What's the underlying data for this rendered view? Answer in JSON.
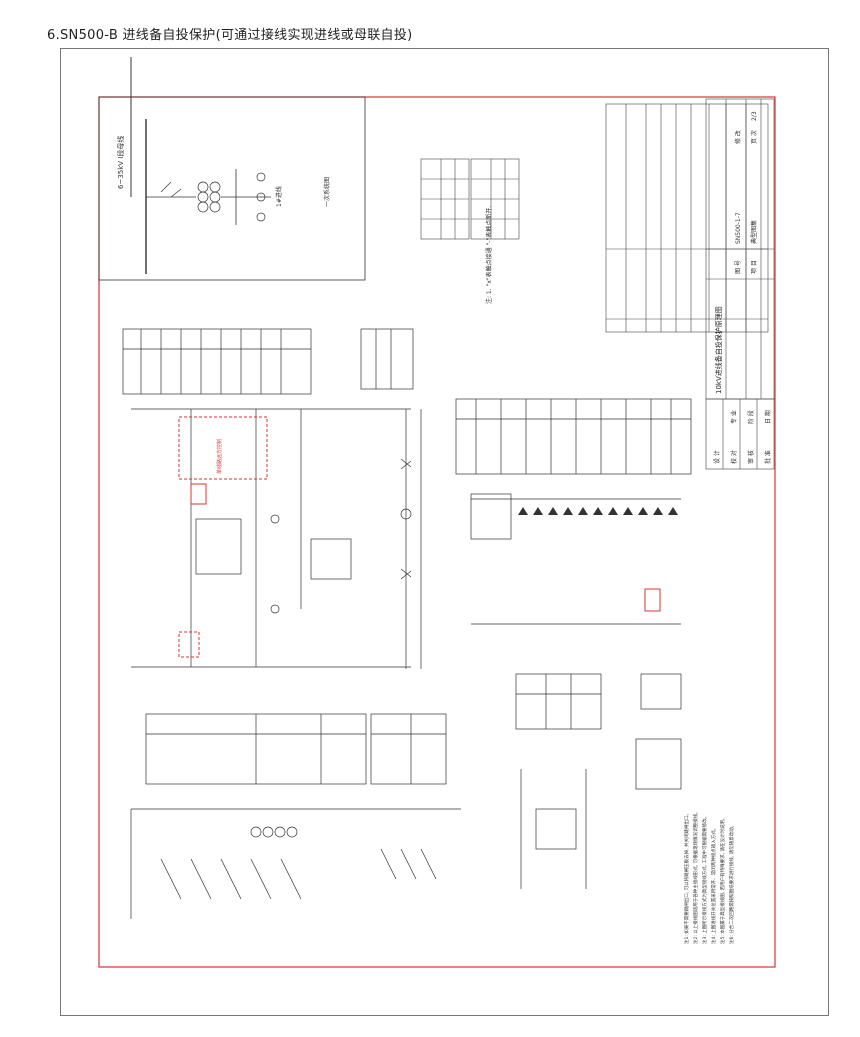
{
  "page": {
    "heading": "6.SN500-B 进线备自投保护(可通过接线实现进线或母联自投)"
  },
  "title_block": {
    "drawing_title": "10kV进线备自投保护原理图",
    "drawing_no_label": "图 号",
    "drawing_no": "SN500-1-7",
    "project_label": "项 目",
    "project": "典型图集",
    "revision_label": "修 改",
    "page_label": "页 次",
    "page_value": "2/3",
    "design_label": "设 计",
    "check_label": "校 对",
    "review_label": "审 核",
    "approve_label": "批 准",
    "major_label": "专 业",
    "stage_label": "阶 段",
    "date_label": "日 期"
  },
  "single_line": {
    "bus_label": "6~35kV I段母线",
    "line_label": "1#进线",
    "note": "一次系统图"
  },
  "legend": {
    "note": "注: 1. \"x\"表触点接通 \"-\"表触点断开."
  },
  "highlight": {
    "dashed_box_label": "单线路远方控制"
  },
  "notes": [
    "注1: 如果不需要跳闸出口, 可以将跳闸压板去掉, 并关闭跳闸出口。",
    "注2: 以上接线图适用于各种主接线形式, 可根据现场情况调整接线。",
    "注3: 上图所示接线方式为典型接线方式, 工程中可根据需要修改。",
    "注4: 上图进线开关位置采用常开、常闭两种接点输入方式。",
    "注5: 本图属于典型接线图, 若用户有特殊要求, 请在设计时说明。",
    "注6: 分合二次回路需按照图纸要求进行接线, 请勿随意改动。"
  ]
}
